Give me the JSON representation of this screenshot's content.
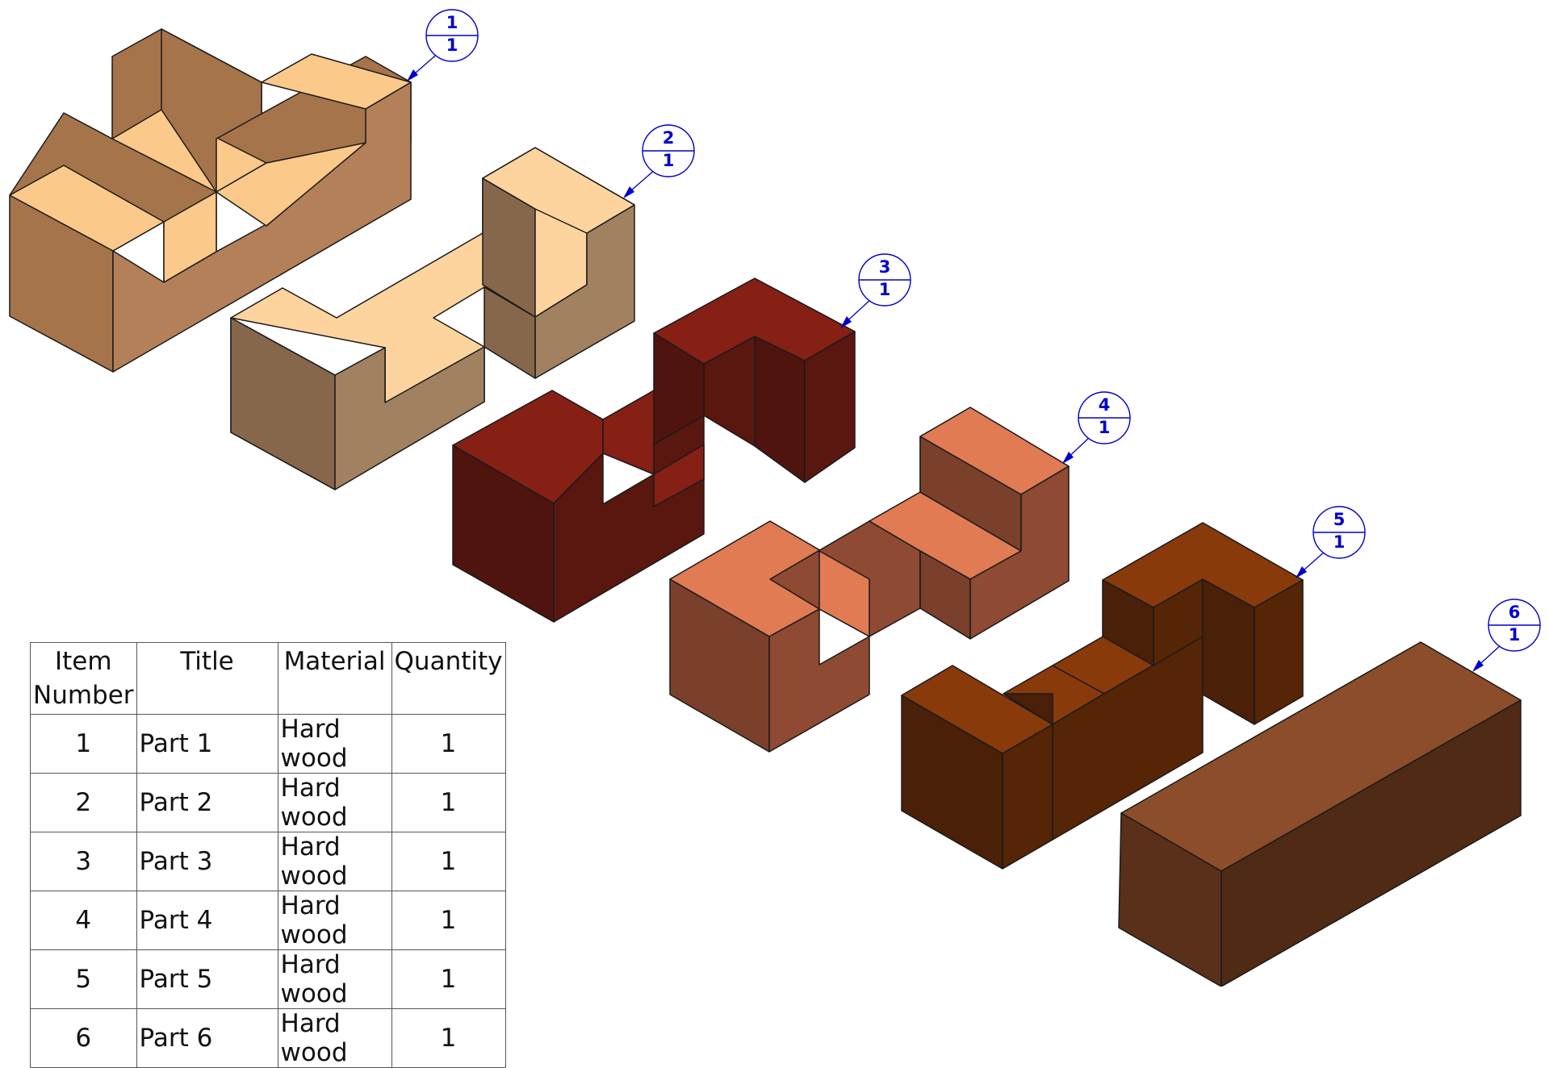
{
  "colors": {
    "part1": {
      "top": "#fbc98a",
      "left": "#a6744a",
      "right": "#b3805a"
    },
    "part2": {
      "top": "#fdd49e",
      "left": "#86674c",
      "right": "#a28160"
    },
    "part3": {
      "top": "#861f14",
      "left": "#4f140e",
      "right": "#5a1710"
    },
    "part4": {
      "top": "#e07b54",
      "left": "#7a402c",
      "right": "#8e4a32"
    },
    "part5": {
      "top": "#883a0a",
      "left": "#4a2008",
      "right": "#552506"
    },
    "part6": {
      "top": "#8c4d2a",
      "left": "#5a301a",
      "right": "#4f2a14"
    },
    "balloon": "#0000cc"
  },
  "balloons": [
    {
      "item": "1",
      "qty": "1"
    },
    {
      "item": "2",
      "qty": "1"
    },
    {
      "item": "3",
      "qty": "1"
    },
    {
      "item": "4",
      "qty": "1"
    },
    {
      "item": "5",
      "qty": "1"
    },
    {
      "item": "6",
      "qty": "1"
    }
  ],
  "bom": {
    "headers": {
      "item": [
        "Item",
        "Number"
      ],
      "title": "Title",
      "material": "Material",
      "quantity": "Quantity"
    },
    "rows": [
      {
        "item": "1",
        "title": "Part 1",
        "material": "Hard wood",
        "quantity": "1"
      },
      {
        "item": "2",
        "title": "Part 2",
        "material": "Hard wood",
        "quantity": "1"
      },
      {
        "item": "3",
        "title": "Part 3",
        "material": "Hard wood",
        "quantity": "1"
      },
      {
        "item": "4",
        "title": "Part 4",
        "material": "Hard wood",
        "quantity": "1"
      },
      {
        "item": "5",
        "title": "Part 5",
        "material": "Hard wood",
        "quantity": "1"
      },
      {
        "item": "6",
        "title": "Part 6",
        "material": "Hard wood",
        "quantity": "1"
      }
    ]
  }
}
